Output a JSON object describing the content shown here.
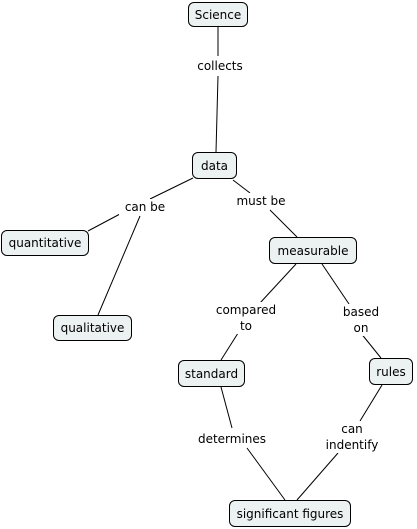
{
  "style": {
    "node_fill": "#ecf1f2",
    "line_color": "#000000"
  },
  "nodes": {
    "science": "Science",
    "data": "data",
    "quantitative": "quantitative",
    "qualitative": "qualitative",
    "measurable": "measurable",
    "standard": "standard",
    "rules": "rules",
    "significant_figures": "significant figures"
  },
  "links": {
    "collects": [
      "collects"
    ],
    "can_be": [
      "can be"
    ],
    "must_be": [
      "must be"
    ],
    "compared_to": [
      "compared",
      "to"
    ],
    "based_on": [
      "based",
      "on"
    ],
    "determines": [
      "determines"
    ],
    "can_indentify": [
      "can",
      "indentify"
    ]
  }
}
